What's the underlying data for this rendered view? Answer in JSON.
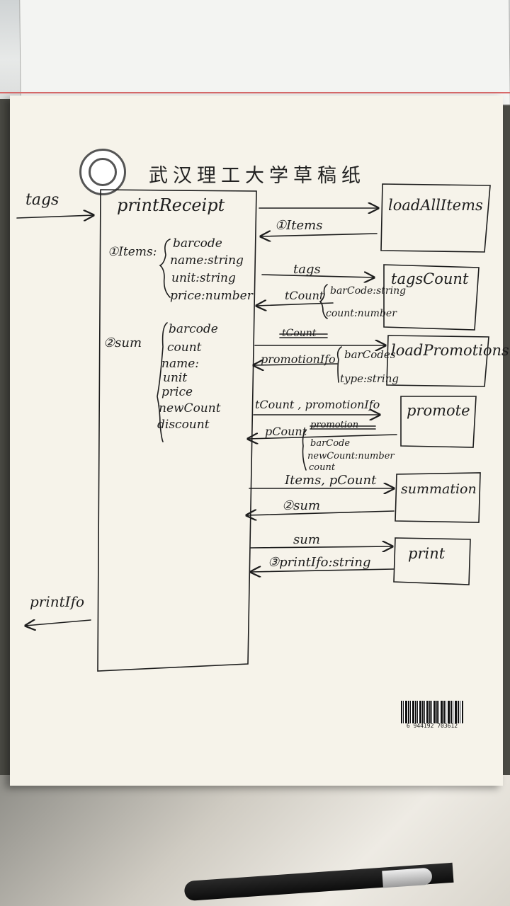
{
  "sheet": {
    "header": "武汉理工大学草稿纸",
    "barcode": "6 944192 703612"
  },
  "diagram": {
    "input": "tags",
    "output": "printIfo",
    "main": "printReceipt",
    "items_struct": {
      "title": "①Items:",
      "fields": [
        "barcode",
        "name:string",
        "unit:string",
        "price:number"
      ]
    },
    "sum_struct": {
      "title": "②sum",
      "fields": [
        "barcode",
        "count",
        "name:",
        "unit",
        "price",
        "newCount",
        "discount"
      ]
    },
    "boxes": [
      "loadAllItems",
      "tagsCount",
      "loadPromotions",
      "promote",
      "summation",
      "print"
    ],
    "messages": {
      "items_return": "①Items",
      "tags": "tags",
      "tcount_return": "tCount",
      "tcount_fields": [
        "barCode:string",
        "count:number"
      ],
      "crossed_out": "tCount",
      "promotion_return": "promotionIfo",
      "promotion_fields": [
        "barCodes",
        "type:string"
      ],
      "promote_args": "tCount , promotionIfo",
      "pcount_return": "pCount",
      "pcount_crossed": "promotion",
      "pcount_fields": [
        "barCode",
        "newCount:number",
        "count"
      ],
      "summation_args": "Items, pCount",
      "sum_return": "②sum",
      "print_args": "sum",
      "print_return": "③printIfo:string"
    }
  }
}
